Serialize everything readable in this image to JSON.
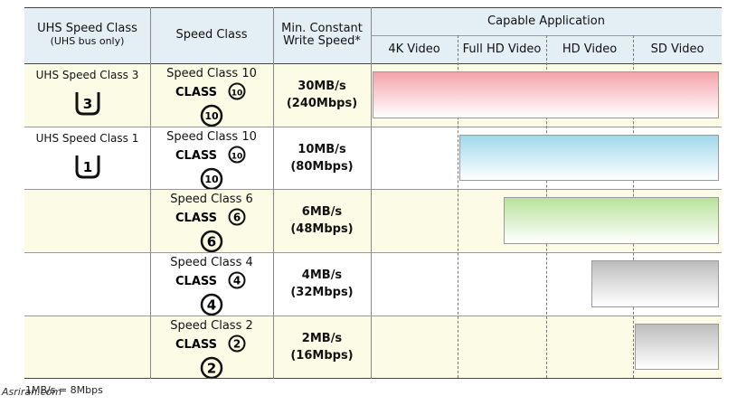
{
  "header": {
    "uhs_speed_class": "UHS Speed Class",
    "uhs_bus_only": "(UHS bus only)",
    "speed_class": "Speed Class",
    "min_write_line1": "Min. Constant",
    "min_write_line2": "Write Speed*",
    "capable_application": "Capable Application",
    "applications": [
      "4K Video",
      "Full HD Video",
      "HD Video",
      "SD Video"
    ]
  },
  "rows": [
    {
      "uhs": "UHS Speed Class 3",
      "uhs_digit": "3",
      "speed_class": "Speed Class 10",
      "class_digit": "10",
      "write_mb": "30MB/s",
      "write_mbps": "(240Mbps)",
      "bar_color": "#f3a3aa",
      "supports_from_app": 0
    },
    {
      "uhs": "UHS Speed Class 1",
      "uhs_digit": "1",
      "speed_class": "Speed Class 10",
      "class_digit": "10",
      "write_mb": "10MB/s",
      "write_mbps": "(80Mbps)",
      "bar_color": "#9fd8ea",
      "supports_from_app": 1
    },
    {
      "uhs": "",
      "uhs_digit": "",
      "speed_class": "Speed Class 6",
      "class_digit": "6",
      "write_mb": "6MB/s",
      "write_mbps": "(48Mbps)",
      "bar_color": "#b9e29a",
      "supports_from_app": 1.5
    },
    {
      "uhs": "",
      "uhs_digit": "",
      "speed_class": "Speed Class 4",
      "class_digit": "4",
      "write_mb": "4MB/s",
      "write_mbps": "(32Mbps)",
      "bar_color": "#bdbdbd",
      "supports_from_app": 2.5
    },
    {
      "uhs": "",
      "uhs_digit": "",
      "speed_class": "Speed Class 2",
      "class_digit": "2",
      "write_mb": "2MB/s",
      "write_mbps": "(16Mbps)",
      "bar_color": "#bdbdbd",
      "supports_from_app": 3
    }
  ],
  "class_word": "CLASS",
  "footnote": "1MB/s = 8Mbps",
  "watermark": "Asriran.com",
  "colors": {
    "header_bg": "#e3eef5",
    "row_tint": "#fbfbe6"
  }
}
